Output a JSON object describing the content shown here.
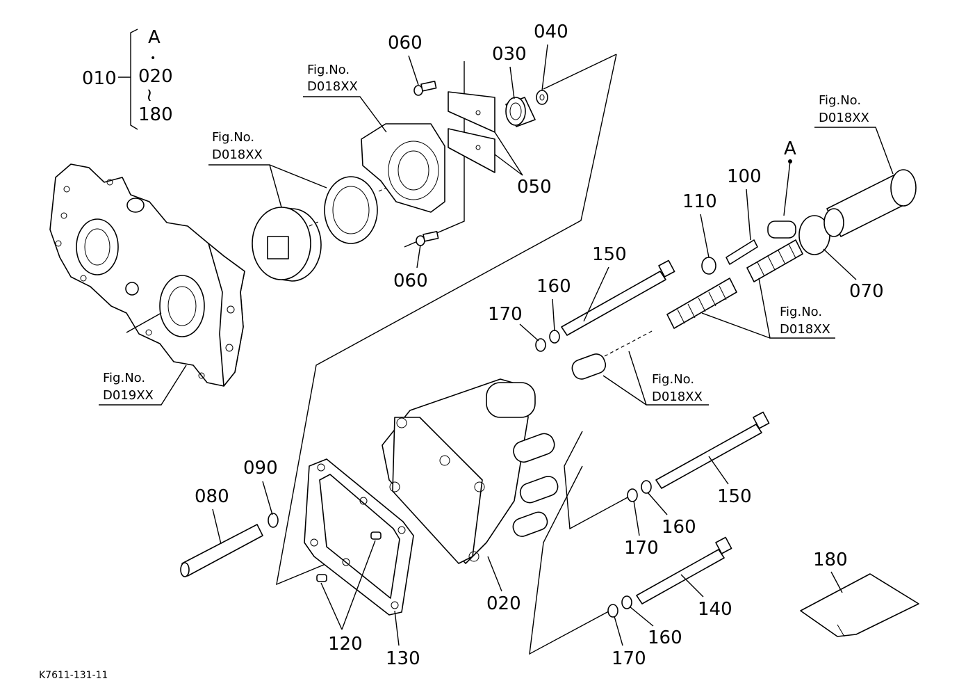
{
  "diagram_id": "K7611-131-11",
  "bracket": {
    "assembly": "010",
    "items": [
      "A",
      "•",
      "020",
      "≀",
      "180"
    ]
  },
  "connector": "A",
  "fig_refs": [
    {
      "fig": "Fig.No.",
      "num": "D018XX"
    },
    {
      "fig": "Fig.No.",
      "num": "D018XX"
    },
    {
      "fig": "Fig.No.",
      "num": "D018XX"
    },
    {
      "fig": "Fig.No.",
      "num": "D018XX"
    },
    {
      "fig": "Fig.No.",
      "num": "D018XX"
    },
    {
      "fig": "Fig.No.",
      "num": "D019XX"
    }
  ],
  "callouts": [
    "060",
    "040",
    "030",
    "050",
    "060",
    "100",
    "110",
    "070",
    "150",
    "160",
    "170",
    "090",
    "080",
    "150",
    "160",
    "170",
    "140",
    "160",
    "170",
    "020",
    "120",
    "130",
    "180"
  ]
}
